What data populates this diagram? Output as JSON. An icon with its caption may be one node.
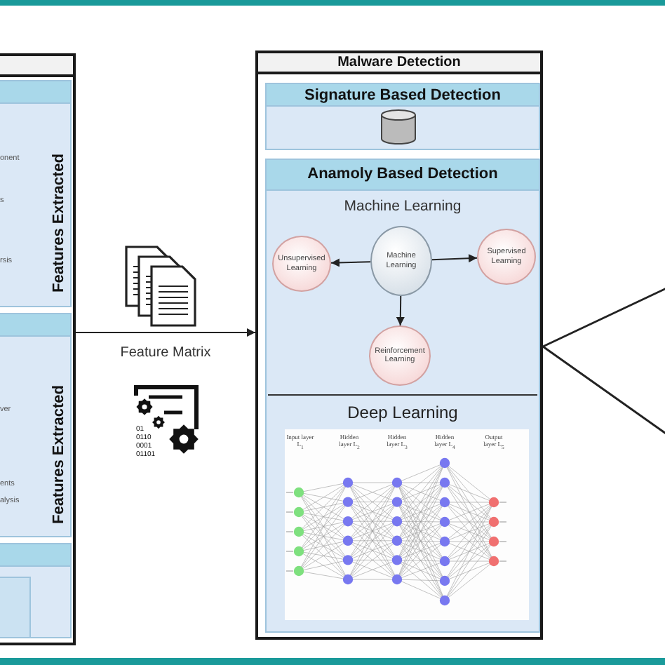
{
  "diagram": {
    "nodes": [
      {
        "text": [],
        "shape": "box"
      },
      {
        "text": [
          "Features Extracted"
        ],
        "in": 0
      },
      {
        "text": [
          "Features Extracted"
        ],
        "in": 0
      },
      {
        "text": [],
        "shape": "box",
        "in": 0
      },
      {
        "text": [
          "Malware Detection"
        ]
      },
      {
        "text": [
          "Signature Based Detection"
        ],
        "in": 4
      },
      {
        "text": [],
        "shape": "cylinder",
        "in": 5
      },
      {
        "text": [
          "Anamoly Based Detection",
          "Machine Learning"
        ],
        "in": 4
      },
      {
        "text": [
          "Machine Learning"
        ],
        "in": 7
      },
      {
        "text": [
          "Unsupervised Learning"
        ],
        "in": 7
      },
      {
        "text": [
          "Supervised Learning"
        ],
        "in": 7
      },
      {
        "text": [
          "Reinforcement Learning"
        ],
        "in": 7
      },
      {
        "text": [
          "Deep Learning"
        ],
        "in": 7
      }
    ],
    "edges": [
      {
        "from": 0,
        "to": 4,
        "arrow": "to",
        "label": "Feature Matrix"
      },
      {
        "from": 8,
        "to": 9,
        "arrow": "to"
      },
      {
        "from": 8,
        "to": 10,
        "arrow": "to"
      },
      {
        "from": 8,
        "to": 11,
        "arrow": "to"
      },
      {
        "from": 4,
        "to": null,
        "arrow": "none"
      },
      {
        "from": 4,
        "to": null,
        "arrow": "none"
      }
    ],
    "labels": [
      "onent",
      "s",
      "rsis",
      "ver",
      "ents",
      "alysis",
      "01",
      "0110",
      "0001",
      "01101",
      "Input layer L$_{1}$",
      "Hidden layer L$_{2}$",
      "Hidden layer L$_{3}$",
      "Hidden layer L$_{4}$",
      "Output layer L$_{5}$"
    ]
  }
}
